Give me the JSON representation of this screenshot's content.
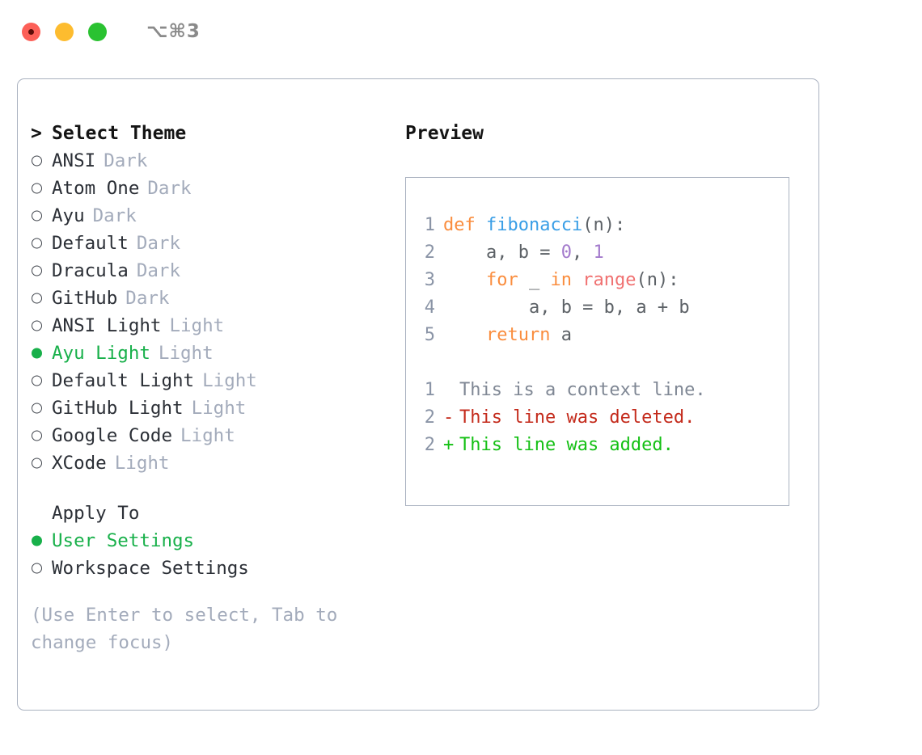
{
  "window": {
    "traffic_lights": [
      "close",
      "minimize",
      "maximize"
    ],
    "shortcut_label": "⌥⌘3"
  },
  "theme_picker": {
    "header": "Select Theme",
    "caret": ">",
    "items": [
      {
        "name": "ANSI",
        "variant": "Dark",
        "selected": false
      },
      {
        "name": "Atom One",
        "variant": "Dark",
        "selected": false
      },
      {
        "name": "Ayu",
        "variant": "Dark",
        "selected": false
      },
      {
        "name": "Default",
        "variant": "Dark",
        "selected": false
      },
      {
        "name": "Dracula",
        "variant": "Dark",
        "selected": false
      },
      {
        "name": "GitHub",
        "variant": "Dark",
        "selected": false
      },
      {
        "name": "ANSI Light",
        "variant": "Light",
        "selected": false
      },
      {
        "name": "Ayu Light",
        "variant": "Light",
        "selected": true
      },
      {
        "name": "Default Light",
        "variant": "Light",
        "selected": false
      },
      {
        "name": "GitHub Light",
        "variant": "Light",
        "selected": false
      },
      {
        "name": "Google Code",
        "variant": "Light",
        "selected": false
      },
      {
        "name": "XCode",
        "variant": "Light",
        "selected": false
      }
    ]
  },
  "apply_to": {
    "title": "Apply To",
    "options": [
      {
        "label": "User Settings",
        "selected": true
      },
      {
        "label": "Workspace Settings",
        "selected": false
      }
    ]
  },
  "hint": "(Use Enter to select, Tab to change focus)",
  "preview": {
    "title": "Preview",
    "code_lines": [
      {
        "number": "1",
        "tokens": [
          {
            "t": "def",
            "c": "kw"
          },
          {
            "t": " ",
            "c": "pn"
          },
          {
            "t": "fibonacci",
            "c": "fn"
          },
          {
            "t": "(n):",
            "c": "pn"
          }
        ]
      },
      {
        "number": "2",
        "tokens": [
          {
            "t": "    a, b = ",
            "c": "var"
          },
          {
            "t": "0",
            "c": "num"
          },
          {
            "t": ", ",
            "c": "var"
          },
          {
            "t": "1",
            "c": "num"
          }
        ]
      },
      {
        "number": "3",
        "tokens": [
          {
            "t": "    ",
            "c": "var"
          },
          {
            "t": "for",
            "c": "kw"
          },
          {
            "t": " _ ",
            "c": "var"
          },
          {
            "t": "in",
            "c": "kw"
          },
          {
            "t": " ",
            "c": "var"
          },
          {
            "t": "range",
            "c": "bi"
          },
          {
            "t": "(n):",
            "c": "pn"
          }
        ]
      },
      {
        "number": "4",
        "tokens": [
          {
            "t": "        a, b = b, a + b",
            "c": "var"
          }
        ]
      },
      {
        "number": "5",
        "tokens": [
          {
            "t": "    ",
            "c": "var"
          },
          {
            "t": "return",
            "c": "kw"
          },
          {
            "t": " a",
            "c": "var"
          }
        ]
      }
    ],
    "diff_lines": [
      {
        "number": "1",
        "mark": " ",
        "text": "This is a context line.",
        "kind": "ctx"
      },
      {
        "number": "2",
        "mark": "-",
        "text": "This line was deleted.",
        "kind": "del"
      },
      {
        "number": "2",
        "mark": "+",
        "text": "This line was added.",
        "kind": "add"
      }
    ]
  },
  "colors": {
    "accent_green": "#18b04a",
    "badge_gray": "#a3abbb",
    "border": "#aab2c0",
    "keyword_orange": "#fa8d3e",
    "function_blue": "#399ee6",
    "number_purple": "#a37acc",
    "builtin_red": "#f07171",
    "diff_delete": "#c42b1c",
    "diff_add": "#14c014"
  }
}
